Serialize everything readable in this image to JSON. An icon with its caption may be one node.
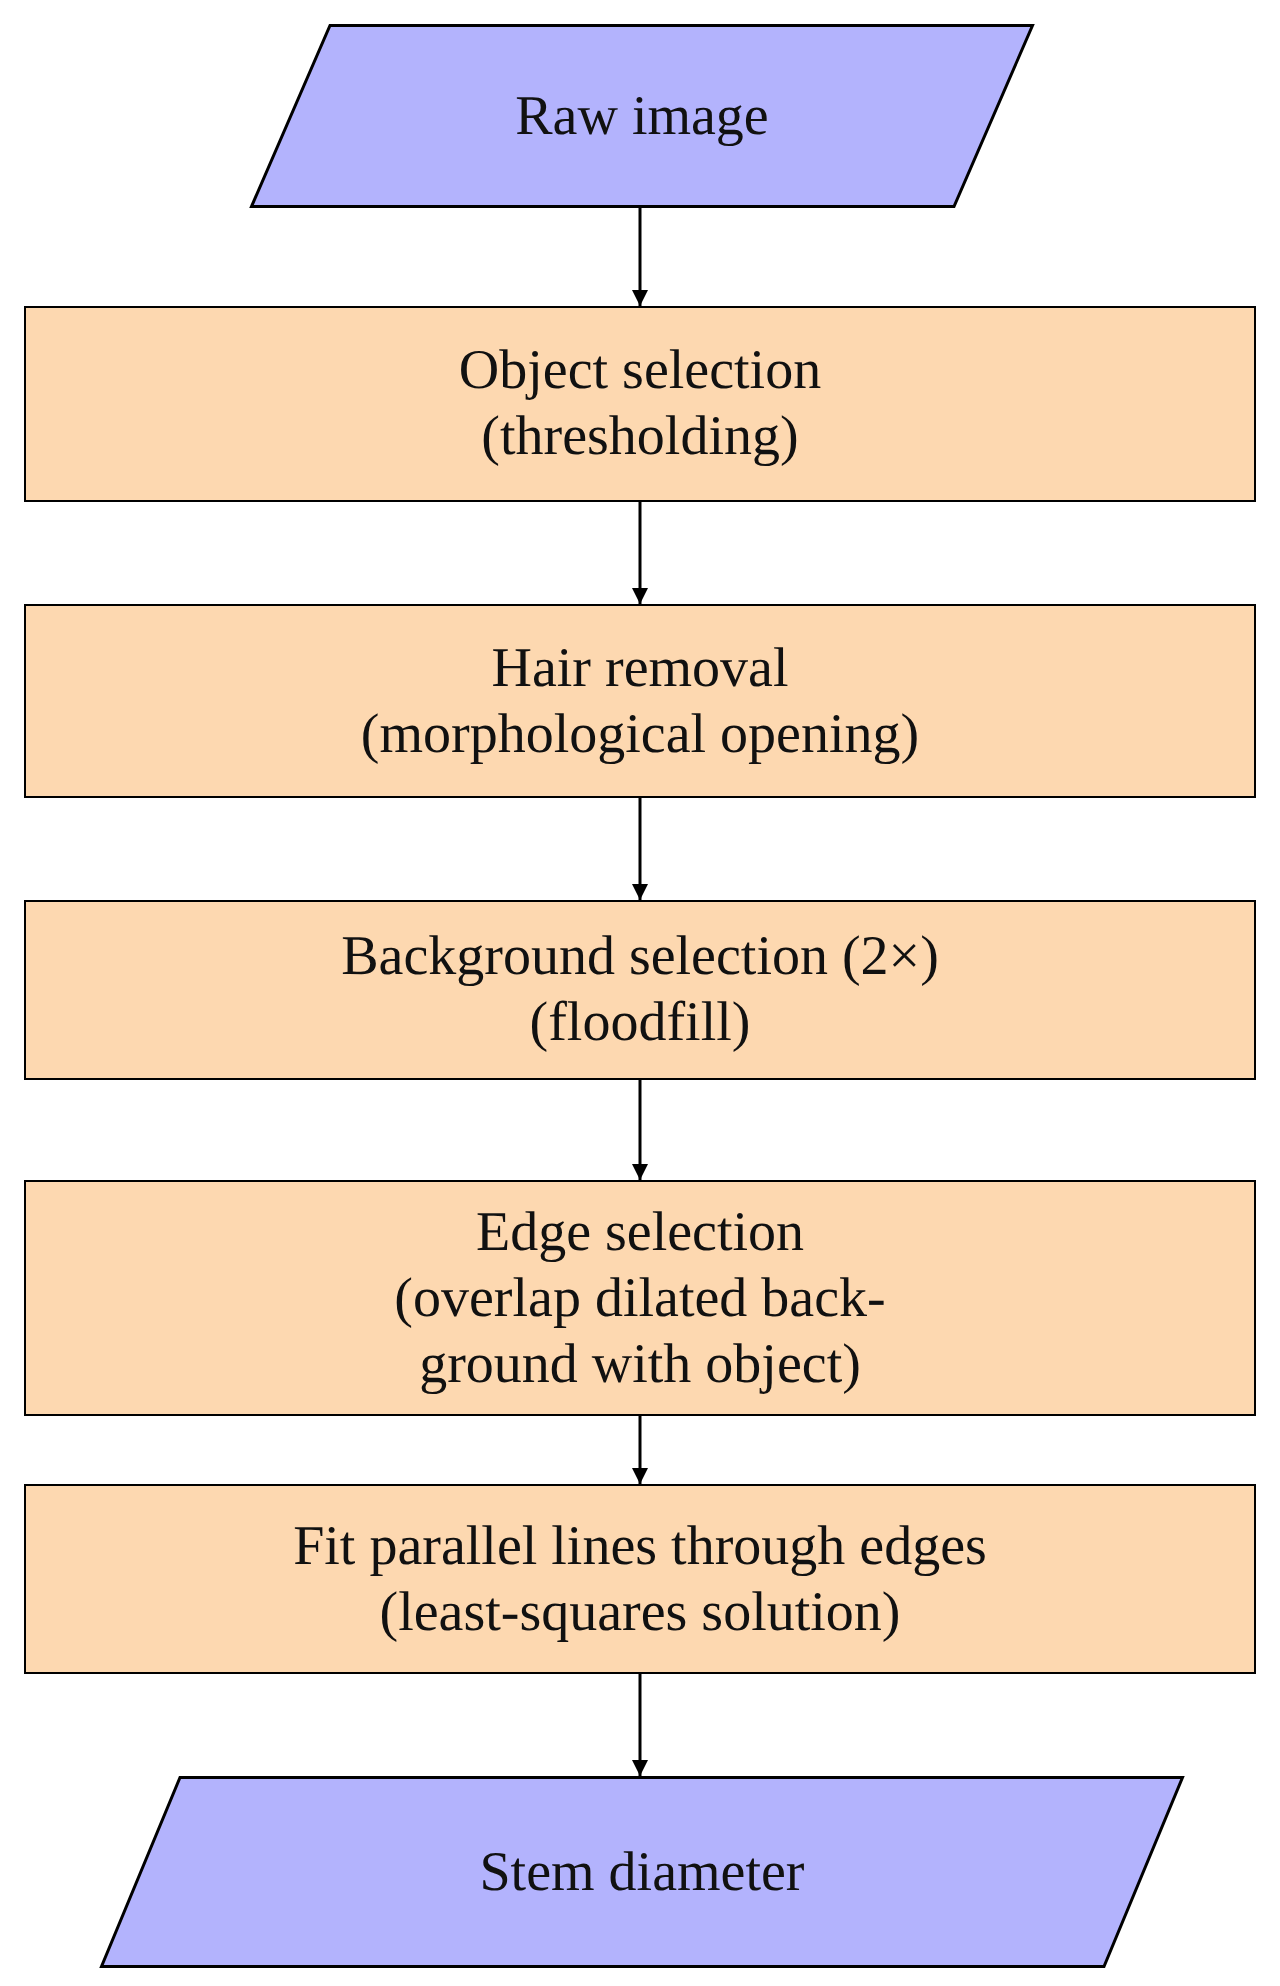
{
  "diagram": {
    "nodes": [
      {
        "text": [
          "Raw image"
        ]
      },
      {
        "text": [
          "Object selection",
          "(thresholding)"
        ]
      },
      {
        "text": [
          "Hair removal",
          "(morphological opening)"
        ]
      },
      {
        "text": [
          "Background selection (2×)",
          "(floodfill)"
        ]
      },
      {
        "text": [
          "Edge selection",
          "(overlap dilated back- ground with object)"
        ]
      },
      {
        "text": [
          "Fit parallel lines through edges",
          "(least-squares solution)"
        ]
      },
      {
        "text": [
          "Stem diameter"
        ]
      }
    ],
    "edges": [
      {
        "from": 0,
        "to": 1,
        "arrow": "to"
      },
      {
        "from": 1,
        "to": 2,
        "arrow": "to"
      },
      {
        "from": 2,
        "to": 3,
        "arrow": "to"
      },
      {
        "from": 3,
        "to": 4,
        "arrow": "to"
      },
      {
        "from": 4,
        "to": 5,
        "arrow": "to"
      },
      {
        "from": 5,
        "to": 6,
        "arrow": "to"
      }
    ]
  }
}
